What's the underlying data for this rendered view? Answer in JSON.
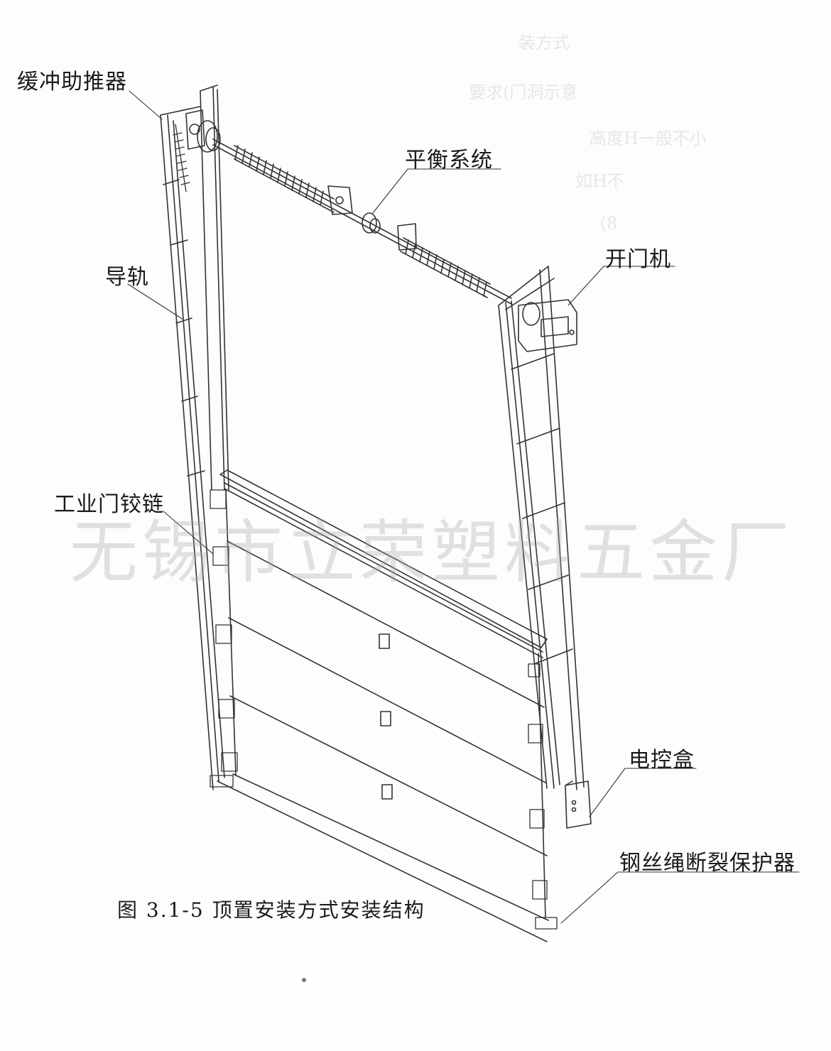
{
  "labels": {
    "buffer": "缓冲助推器",
    "balance": "平衡系统",
    "rail": "导轨",
    "opener": "开门机",
    "hinge": "工业门铰链",
    "control_box": "电控盒",
    "cable_protector": "钢丝绳断裂保护器"
  },
  "caption": "图  3.1-5    顶置安装方式安装结构",
  "watermark": "无锡市立荣塑料五金厂",
  "bleed_text": [
    "装方式",
    "要求(门洞示意",
    "高度H一般不小",
    "如H不",
    "（8"
  ],
  "colors": {
    "line": "#333333",
    "paper": "#fdfdfd",
    "watermark": "#aaaaaa"
  }
}
